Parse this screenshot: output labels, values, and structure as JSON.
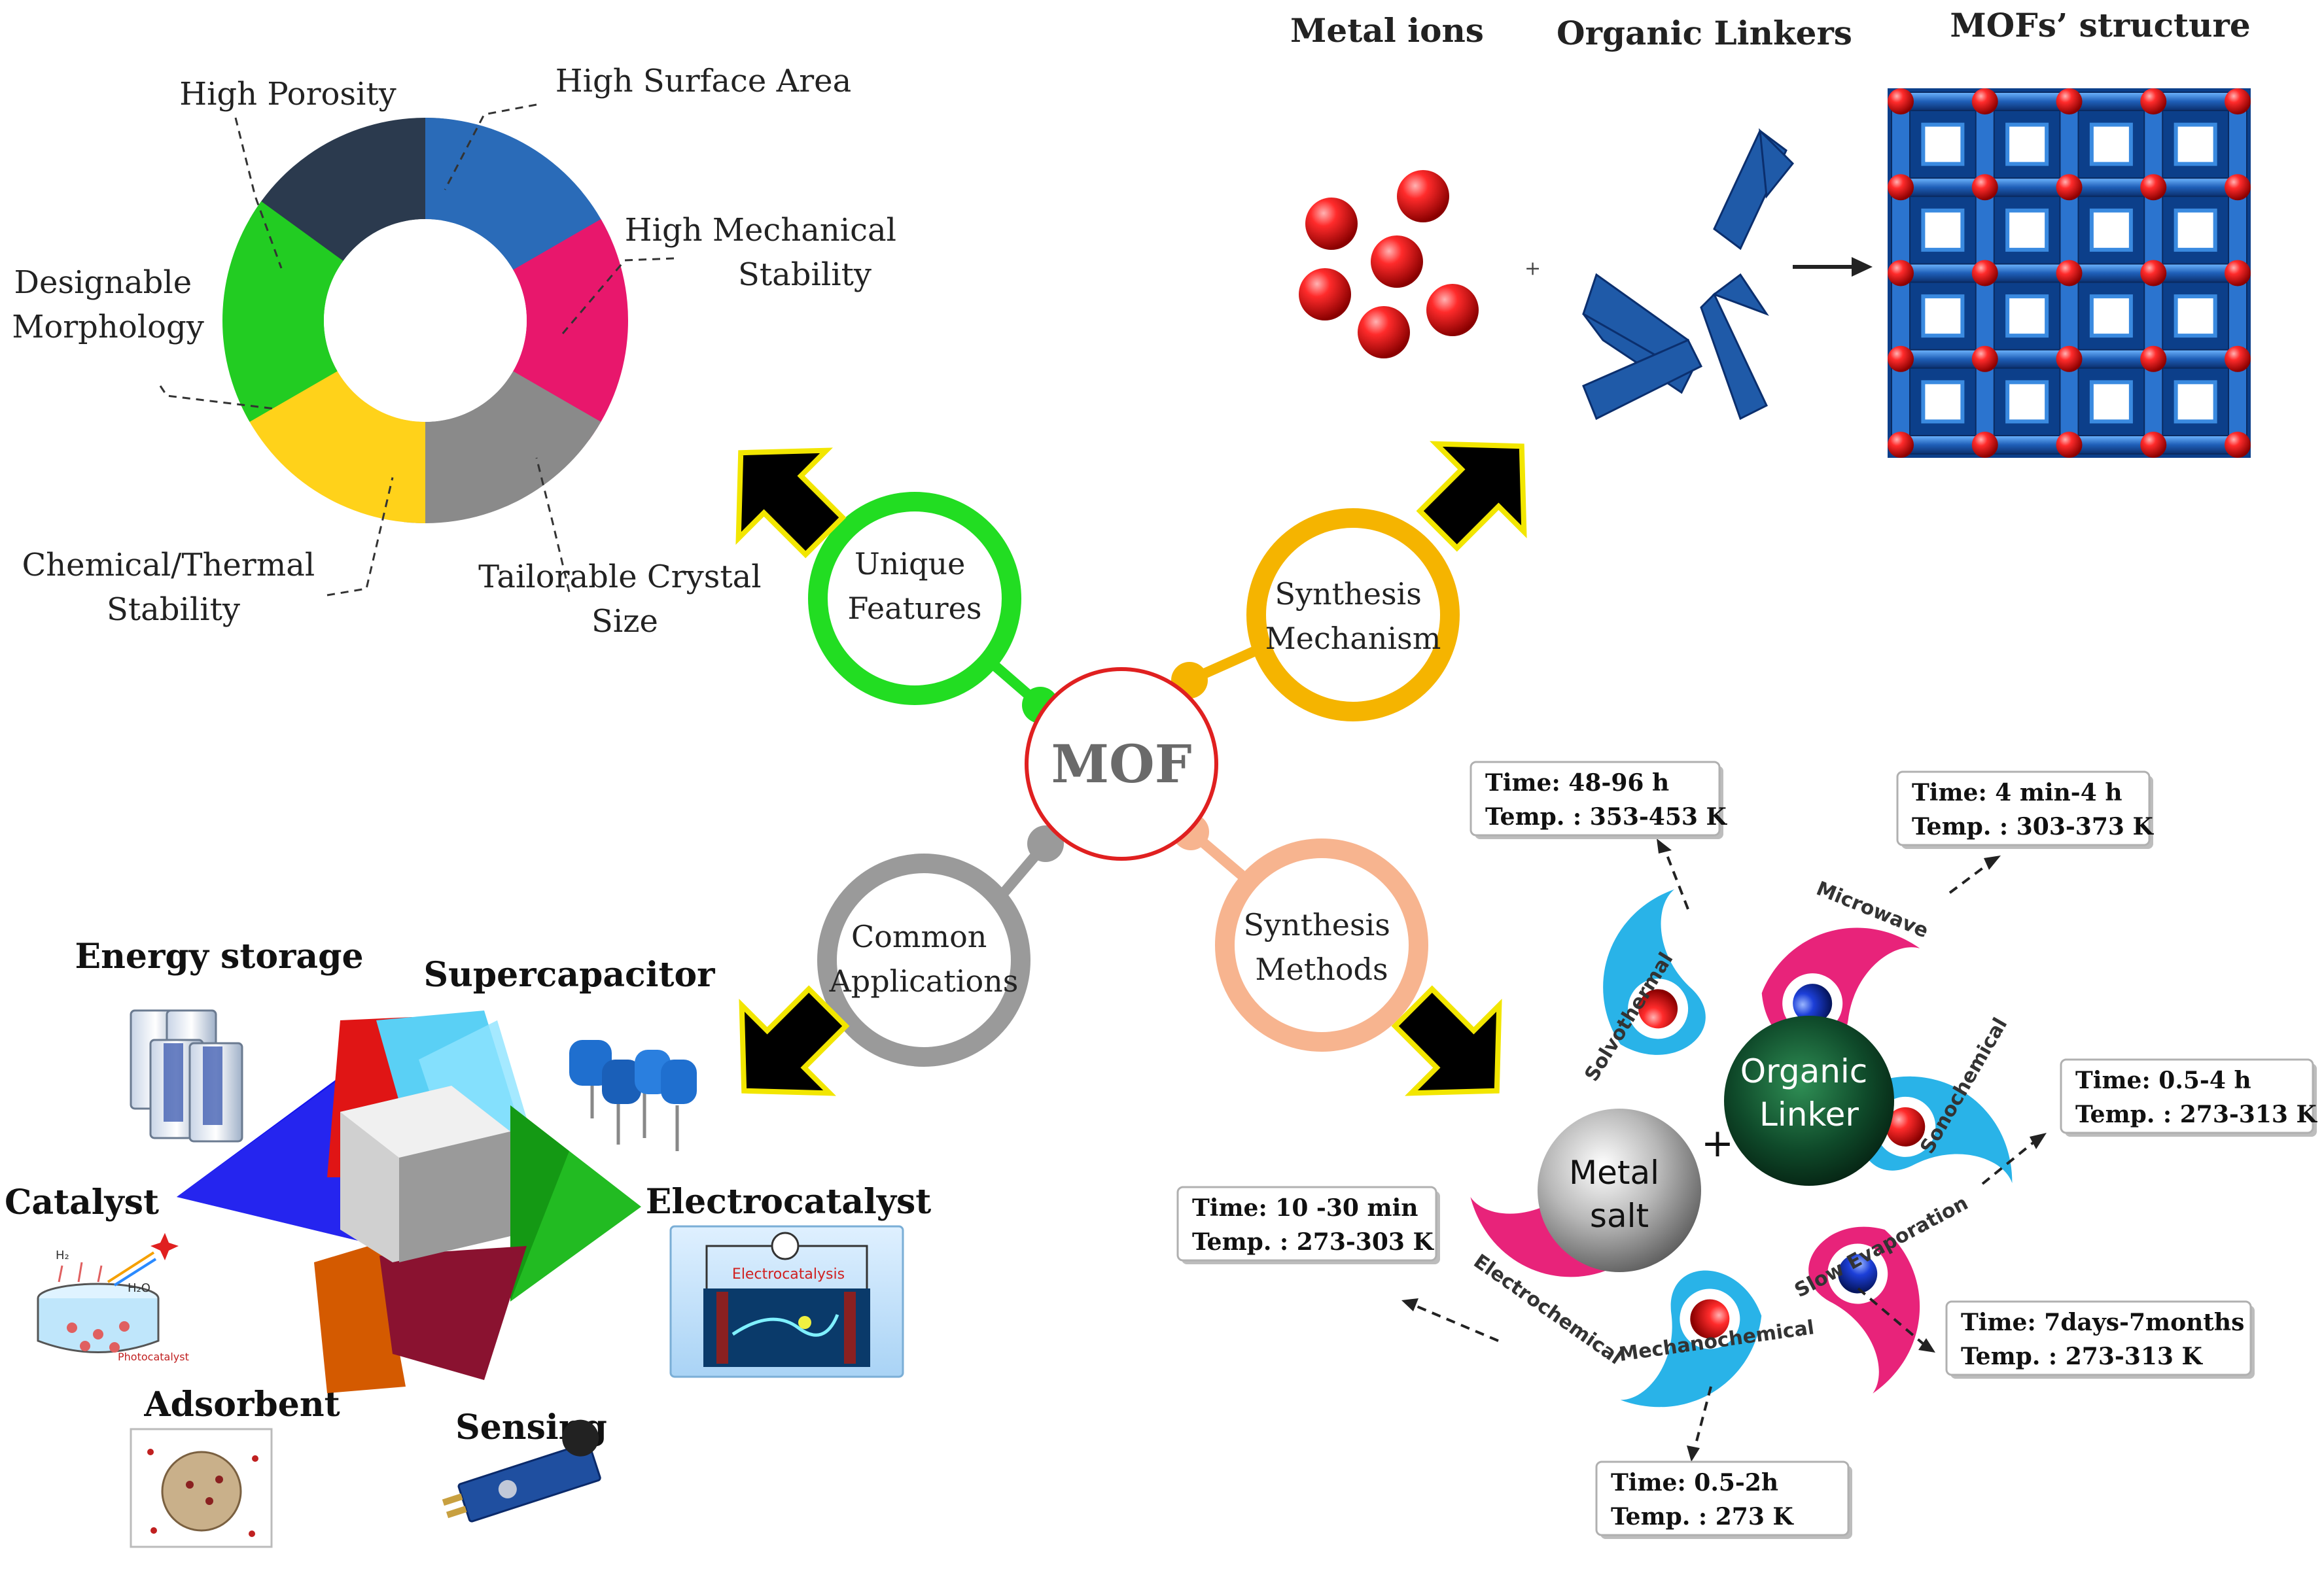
{
  "center": {
    "label": "MOF"
  },
  "hubs": {
    "unique": [
      "Unique",
      "Features"
    ],
    "mechanism": [
      "Synthesis",
      "Mechanism"
    ],
    "applications": [
      "Common",
      "Applications"
    ],
    "methods": [
      "Synthesis",
      "Methods"
    ]
  },
  "features": {
    "high_porosity": [
      "High Porosity"
    ],
    "high_surface_area": [
      "High Surface Area"
    ],
    "high_mechanical_stability": [
      "High Mechanical",
      "Stability"
    ],
    "designable_morphology": [
      "Designable",
      "Morphology"
    ],
    "chemical_thermal_stability": [
      "Chemical/Thermal",
      "Stability"
    ],
    "tailorable_crystal_size": [
      "Tailorable Crystal",
      "Size"
    ]
  },
  "mechanism": {
    "metal_ions": "Metal ions",
    "organic_linkers": "Organic Linkers",
    "structure": "MOFs’ structure",
    "plus": "+"
  },
  "applications": {
    "energy_storage": "Energy storage",
    "supercapacitor": "Supercapacitor",
    "catalyst": "Catalyst",
    "electrocatalyst": "Electrocatalyst",
    "adsorbent": "Adsorbent",
    "sensing": "Sensing",
    "electrocatalysis_caption": "Electrocatalysis",
    "photocatalyst_caption": "Photocatalyst",
    "h2_label": "H₂",
    "h2o_label": "H₂O"
  },
  "methods": {
    "organic_linker": [
      "Organic",
      "Linker"
    ],
    "metal_salt": [
      "Metal",
      "salt"
    ],
    "plus": "+",
    "petals": {
      "solvothermal": "Solvothermal",
      "microwave": "Microwave",
      "sonochemical": "Sonochemical",
      "slow_evaporation": "Slow Evaporation",
      "mechanochemical": "Mechanochemical",
      "electrochemical": "Electrochemical"
    },
    "conditions": {
      "solvothermal": [
        "Time: 48-96 h",
        "Temp. : 353-453 K"
      ],
      "microwave": [
        "Time: 4 min-4 h",
        "Temp. : 303-373 K"
      ],
      "sonochemical": [
        "Time: 0.5-4 h",
        "Temp. : 273-313 K"
      ],
      "electrochemical": [
        "Time: 10 -30 min",
        "Temp. : 273-303 K"
      ],
      "slow_evaporation": [
        "Time: 7days-7months",
        "Temp. : 273-313 K"
      ],
      "mechanochemical": [
        "Time: 0.5-2h",
        "Temp. : 273 K"
      ]
    }
  },
  "colors": {
    "unique": "#22dd22",
    "mechanism": "#f5b400",
    "applications": "#9a9a9a",
    "methods": "#f7b48f",
    "center": "#e02020",
    "donut": [
      "#2b3a4e",
      "#2a6bb8",
      "#e8176c",
      "#8a8a8a",
      "#ffd21a",
      "#22cc22"
    ],
    "petal_blue": "#29b3e8",
    "petal_pink": "#e8237a"
  }
}
